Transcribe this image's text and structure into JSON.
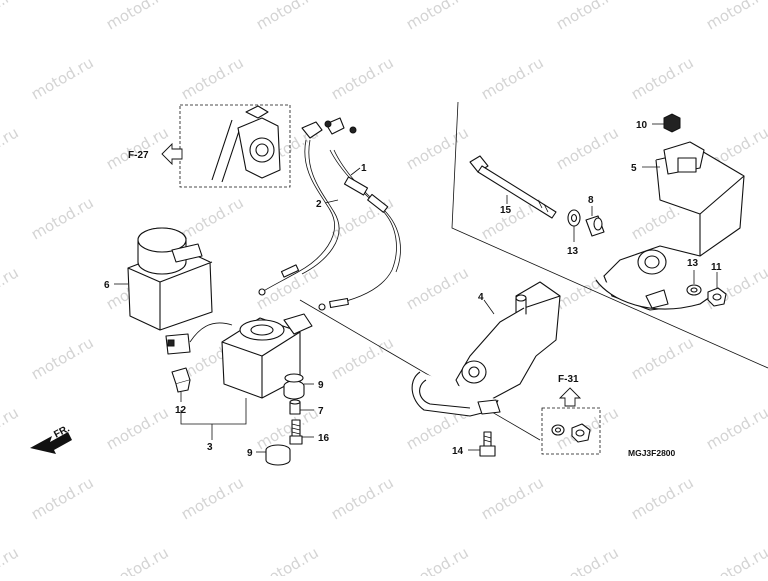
{
  "watermark": "motod.ru",
  "diagram_code": "MGJ3F2800",
  "front_indicator": "FR.",
  "references": {
    "f27": "F-27",
    "f31": "F-31"
  },
  "callouts": {
    "c1": "1",
    "c2": "2",
    "c3": "3",
    "c4": "4",
    "c5": "5",
    "c6": "6",
    "c7": "7",
    "c8": "8",
    "c9a": "9",
    "c9b": "9",
    "c10": "10",
    "c11": "11",
    "c12": "12",
    "c13a": "13",
    "c13b": "13",
    "c14": "14",
    "c15": "15",
    "c16": "16"
  },
  "colors": {
    "line": "#111111",
    "watermark": "#d4d4d4",
    "background": "#ffffff"
  }
}
